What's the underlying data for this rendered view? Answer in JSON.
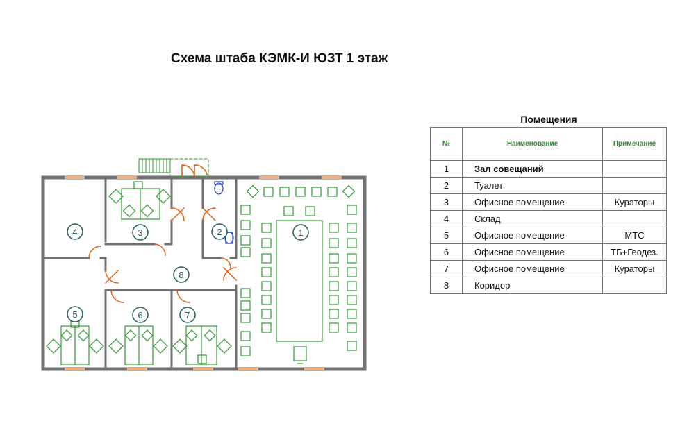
{
  "title": "Схема штаба КЭМК-И ЮЗТ 1 этаж",
  "table": {
    "caption": "Помещения",
    "headers": {
      "num": "№",
      "name": "Наименование",
      "note": "Примечание"
    },
    "rows": [
      {
        "num": "1",
        "name": "Зал совещаний",
        "note": ""
      },
      {
        "num": "2",
        "name": "Туалет",
        "note": ""
      },
      {
        "num": "3",
        "name": "Офисное помещение",
        "note": "Кураторы"
      },
      {
        "num": "4",
        "name": "Склад",
        "note": ""
      },
      {
        "num": "5",
        "name": "Офисное помещение",
        "note": "МТС"
      },
      {
        "num": "6",
        "name": "Офисное помещение",
        "note": "ТБ+Геодез."
      },
      {
        "num": "7",
        "name": "Офисное помещение",
        "note": "Кураторы"
      },
      {
        "num": "8",
        "name": "Коридор",
        "note": ""
      }
    ]
  },
  "plan": {
    "room_labels": [
      "1",
      "2",
      "3",
      "4",
      "5",
      "6",
      "7",
      "8"
    ]
  },
  "colors": {
    "wall": "#707070",
    "furniture": "#2e9a2e",
    "door": "#e06010",
    "window": "#f0b080",
    "label_circle": "#1f5f5a",
    "toilet": "#2a40c0"
  }
}
